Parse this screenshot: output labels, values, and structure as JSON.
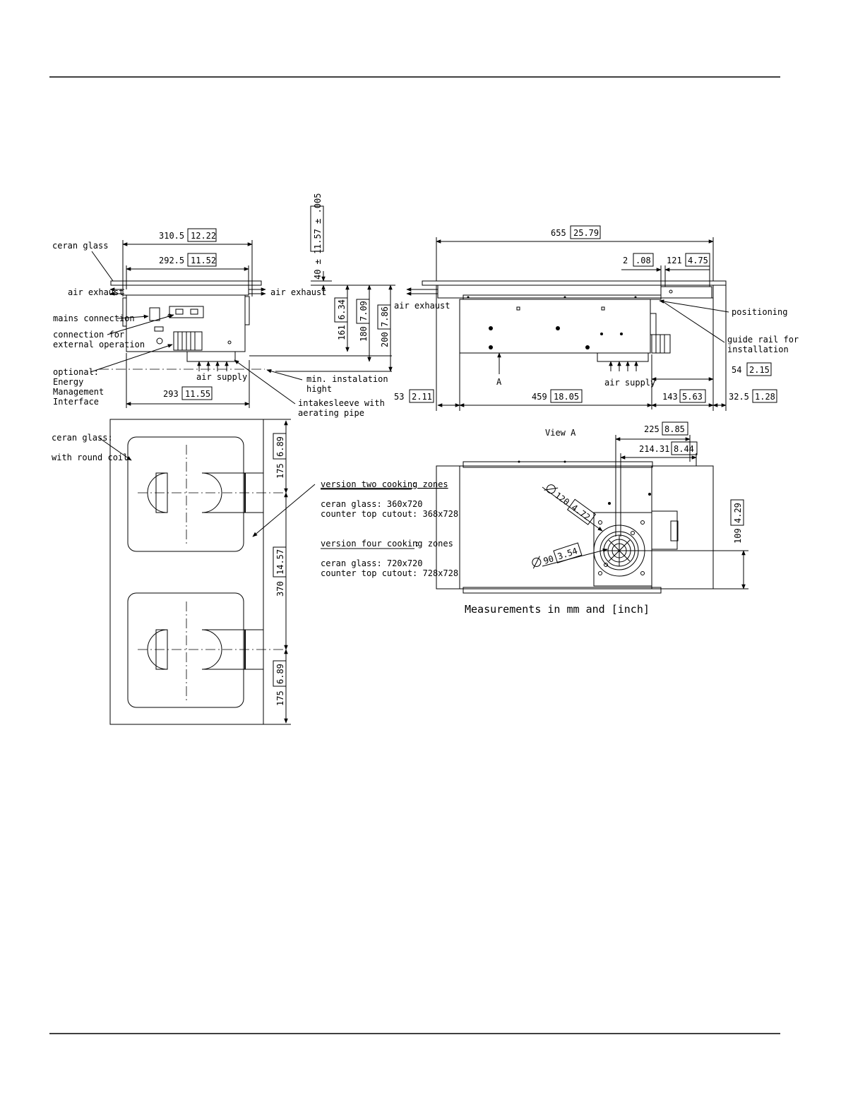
{
  "front_view": {
    "dims": {
      "width_total": "310.5",
      "width_total_in": "12.22",
      "width_inner": "292.5",
      "width_inner_in": "11.52",
      "width_bottom": "293",
      "width_bottom_in": "11.55",
      "glass_thickness": "40 ± 1",
      "glass_thickness_in": "1.57 ± .005",
      "h161": "161",
      "h161_in": "6.34",
      "h180": "180",
      "h180_in": "7.09",
      "h200": "200",
      "h200_in": "7.86"
    },
    "labels": {
      "ceran_glass": "ceran glass",
      "air_exhaust_left": "air exhaust",
      "air_exhaust_right": "air exhaust",
      "mains_connection": "mains connection",
      "connection_for_1": "connection for",
      "connection_for_2": "external operation",
      "optional_1": "optional:",
      "optional_2": "Energy",
      "optional_3": "Management",
      "optional_4": "Interface",
      "air_supply": "air supply",
      "min_inst_1": "min. instalation",
      "min_inst_2": "hight",
      "intake_1": "intakesleeve with",
      "intake_2": "aerating pipe"
    }
  },
  "side_view": {
    "dims": {
      "length_total": "655",
      "length_total_in": "25.79",
      "d2": "2",
      "d2_in": ".08",
      "d121": "121",
      "d121_in": "4.75",
      "d54": "54",
      "d54_in": "2.15",
      "d53": "53",
      "d53_in": "2.11",
      "d459": "459",
      "d459_in": "18.05",
      "d143": "143",
      "d143_in": "5.63",
      "d325": "32.5",
      "d325_in": "1.28"
    },
    "labels": {
      "air_exhaust": "air exhaust",
      "positioning": "positioning",
      "guide_rail_1": "guide rail for",
      "guide_rail_2": "installation",
      "view_marker": "A",
      "air_supply": "air supply"
    }
  },
  "top_view": {
    "labels": {
      "ceran_glass": "ceran glass:",
      "round_coil": "with round coil",
      "v2_title": "version two cooking zones",
      "v2_line1": "ceran glass: 360x720",
      "v2_line2": "counter top cutout: 368x728",
      "v4_title": "version four cooking zones",
      "v4_line1": "ceran glass: 720x720",
      "v4_line2": "counter top cutout: 728x728"
    },
    "dims": {
      "d175a": "175",
      "d175a_in": "6.89",
      "d370": "370",
      "d370_in": "14.57",
      "d175b": "175",
      "d175b_in": "6.89"
    }
  },
  "bottom_view": {
    "labels": {
      "title": "View A",
      "units_note": "Measurements in mm and [inch]"
    },
    "dims": {
      "d225": "225",
      "d225_in": "8.85",
      "d21431": "214.31",
      "d21431_in": "8.44",
      "dia120": "120",
      "dia120_in": "4.72",
      "dia90": "90",
      "dia90_in": "3.54",
      "d109": "109",
      "d109_in": "4.29"
    }
  }
}
